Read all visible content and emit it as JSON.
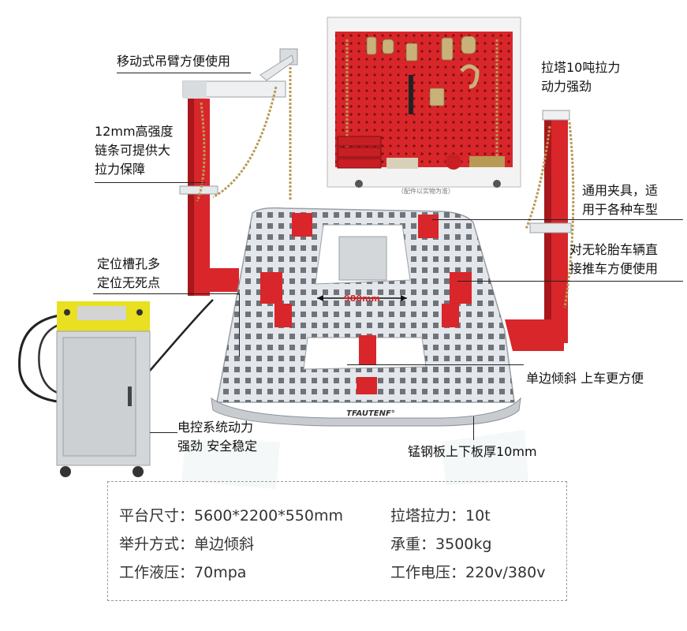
{
  "callouts": {
    "boom": "移动式吊臂方便使用",
    "chain": "12mm高强度\n链条可提供大\n拉力保障",
    "tower": "拉塔10吨拉力\n动力强劲",
    "clamp": "通用夹具，适\n用于各种车型",
    "push": "对无轮胎车辆直\n接推车方便使用",
    "slots": "定位槽孔多\n定位无死点",
    "tilt": "单边倾斜 上车更方便",
    "control": "电控系统动力\n强劲 安全稳定",
    "steel": "锰钢板上下板厚10mm"
  },
  "drawing": {
    "width_label": "980mm",
    "brand": "TFAUTENF°",
    "board_caption": "（配件以实物为准）"
  },
  "colors": {
    "red": "#d8262a",
    "platform": "#e3e6ea",
    "cabinet": "#d4d7da",
    "chain": "#b89a55"
  },
  "specs": [
    {
      "label": "平台尺寸：",
      "value": "5600*2200*550mm"
    },
    {
      "label": "拉塔拉力：",
      "value": "10t"
    },
    {
      "label": "举升方式：",
      "value": "单边倾斜"
    },
    {
      "label": "承重：",
      "value": "3500kg"
    },
    {
      "label": "工作液压：",
      "value": "70mpa"
    },
    {
      "label": "工作电压：",
      "value": "220v/380v"
    }
  ]
}
